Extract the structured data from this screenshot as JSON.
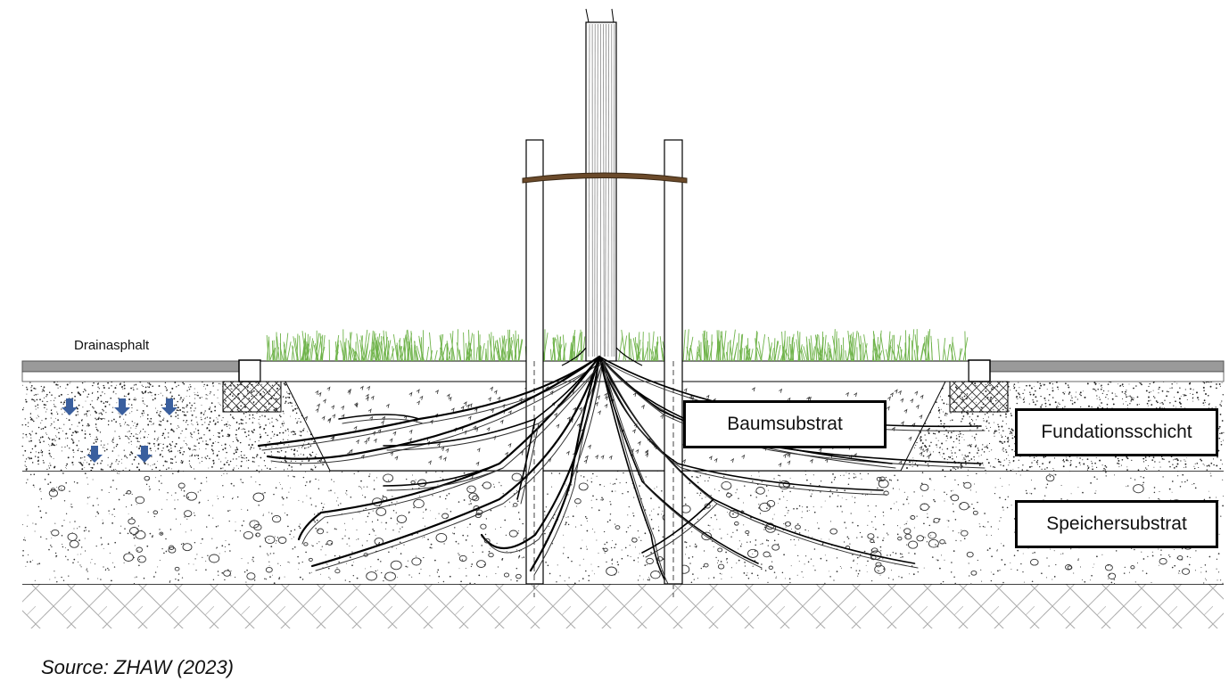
{
  "labels": {
    "drainasphalt": "Drainasphalt",
    "baumsubstrat": "Baumsubstrat",
    "fundationsschicht": "Fundationsschicht",
    "speichersubstrat": "Speichersubstrat"
  },
  "source": "Source: ZHAW (2023)",
  "colors": {
    "asphalt": "#9a9a9a",
    "grass": "#6fb34a",
    "stake_band": "#6b4a2a",
    "arrow": "#3a5f9e",
    "outline": "#000000"
  },
  "icons": {
    "drainage_arrow": "arrow-down-icon"
  }
}
